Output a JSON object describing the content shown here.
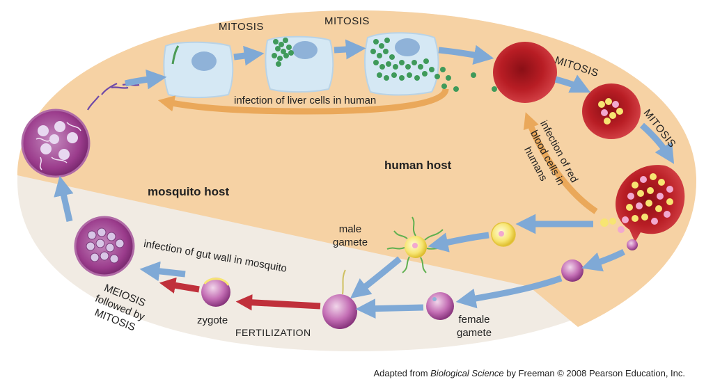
{
  "labels": {
    "mitosis": "MITOSIS",
    "infection_liver": "infection of liver cells in human",
    "human_host": "human host",
    "mosquito_host": "mosquito host",
    "infection_rbc": "infection of red blood cells in humans",
    "rbc_line1": "infection of red",
    "rbc_line2": "blood cells in",
    "rbc_line3": "humans",
    "male_gamete_1": "male",
    "male_gamete_2": "gamete",
    "female_gamete_1": "female",
    "female_gamete_2": "gamete",
    "infection_gut": "infection of gut wall in mosquito",
    "meiosis_1": "MEIOSIS",
    "meiosis_2": "followed by",
    "meiosis_3": "MITOSIS",
    "zygote": "zygote",
    "fertilization": "FERTILIZATION"
  },
  "caption": {
    "prefix": "Adapted from ",
    "book": "Biological Science",
    "suffix": " by Freeman © 2008 Pearson Education, Inc."
  },
  "colors": {
    "human_region": "#f6d2a4",
    "mosquito_region": "#f1ebe3",
    "arrow_blue": "#7fa9d6",
    "arrow_orange": "#eaa85a",
    "arrow_red": "#c0303b",
    "rbc": "#b81d24",
    "liver_cell": "#d5e8f4",
    "parasite_green": "#3f9a5a",
    "gamete_purple": "#b0549e",
    "gut_cell": "#9b3c8c"
  }
}
